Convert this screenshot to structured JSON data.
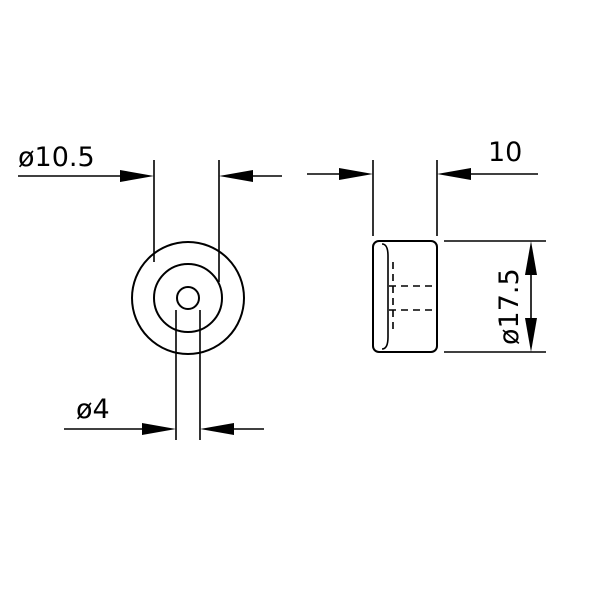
{
  "drawing": {
    "front_view": {
      "outer_diameter_label": "ø10.5",
      "hole_diameter_label": "ø4"
    },
    "side_view": {
      "width_label": "10",
      "diameter_label": "ø17.5"
    }
  },
  "colors": {
    "line": "#000000",
    "background": "#ffffff"
  }
}
